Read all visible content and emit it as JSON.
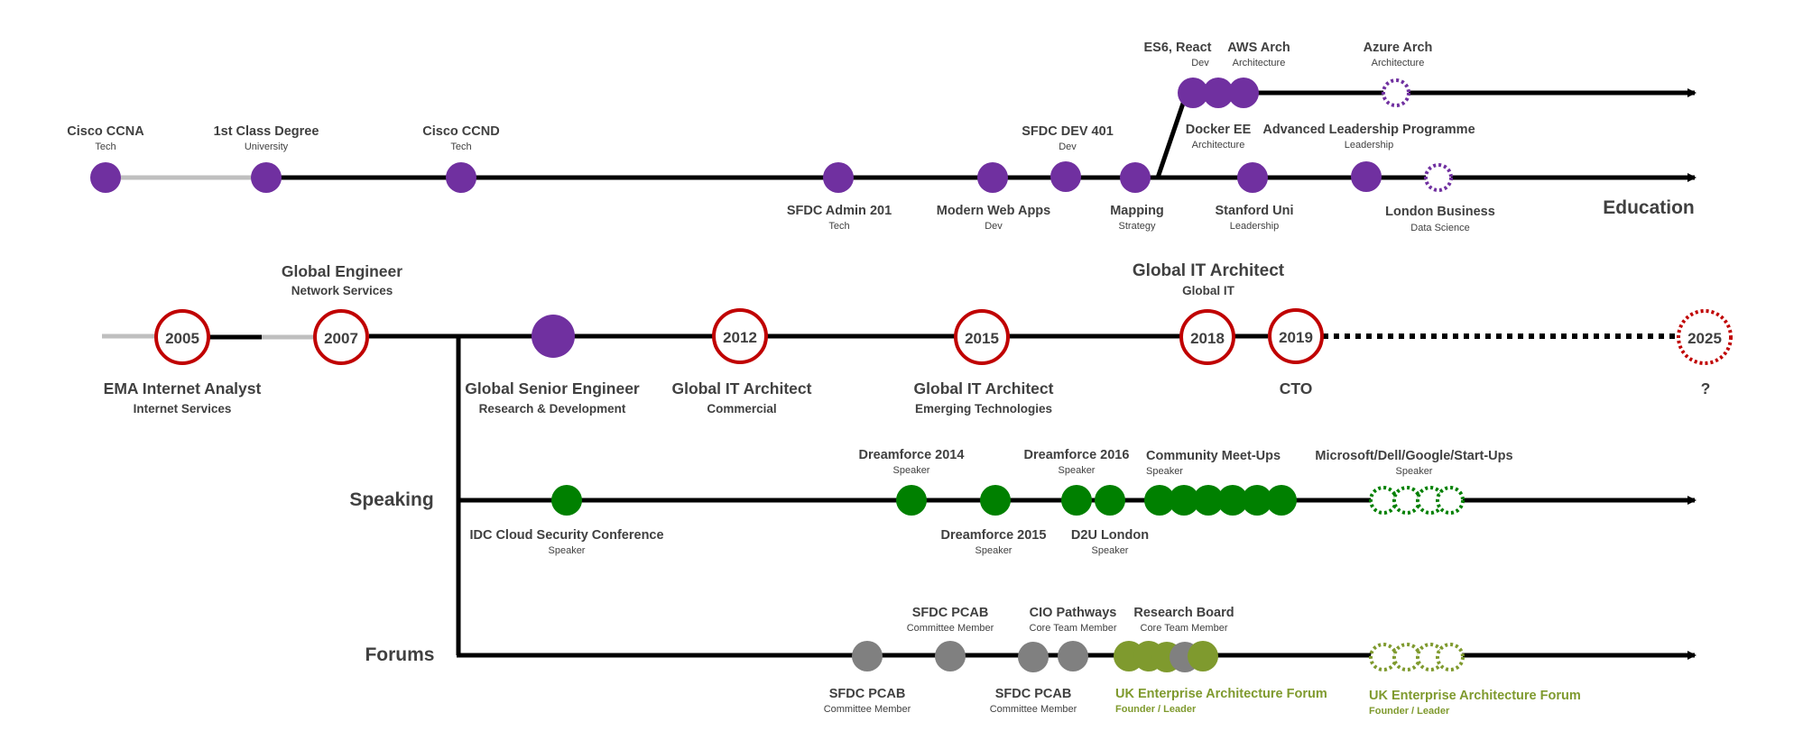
{
  "colors": {
    "line": "#000000",
    "grey_line": "#bfbfbf",
    "purple": "#7030a0",
    "red": "#c00000",
    "green": "#008000",
    "grey": "#808080",
    "olive": "#7f9a2e",
    "text": "#404040"
  },
  "row_labels": {
    "education": "Education",
    "speaking": "Speaking",
    "forums": "Forums"
  },
  "education": {
    "milestones": [
      {
        "title": "Cisco CCNA",
        "sub": "Tech"
      },
      {
        "title": "1st Class Degree",
        "sub": "University"
      },
      {
        "title": "Cisco CCND",
        "sub": "Tech"
      },
      {
        "title": "SFDC Admin 201",
        "sub": "Tech"
      },
      {
        "title": "Modern Web Apps",
        "sub": "Dev"
      },
      {
        "title": "SFDC DEV 401",
        "sub": "Dev"
      },
      {
        "title": "Mapping",
        "sub": "Strategy"
      },
      {
        "title": "Stanford Uni",
        "sub": "Leadership"
      },
      {
        "title": "Advanced Leadership Programme",
        "sub": "Leadership"
      },
      {
        "title": "London Business",
        "sub": "Data Science"
      }
    ],
    "upper_milestones": [
      {
        "title": "ES6, React",
        "sub": "Dev"
      },
      {
        "title": "AWS Arch",
        "sub": "Architecture"
      },
      {
        "title": "Docker EE",
        "sub": "Architecture"
      },
      {
        "title": "Azure Arch",
        "sub": "Architecture"
      }
    ]
  },
  "career": {
    "years": [
      "2005",
      "2007",
      "2012",
      "2015",
      "2018",
      "2019",
      "2025"
    ],
    "roles": [
      {
        "title": "EMA Internet Analyst",
        "sub": "Internet Services"
      },
      {
        "title": "Global Engineer",
        "sub": "Network Services"
      },
      {
        "title": "Global Senior Engineer",
        "sub": "Research & Development"
      },
      {
        "title": "Global IT Architect",
        "sub": "Commercial"
      },
      {
        "title": "Global IT Architect",
        "sub": "Emerging Technologies"
      },
      {
        "title": "Global IT Architect",
        "sub": "Global IT"
      },
      {
        "title": "CTO",
        "sub": ""
      },
      {
        "title": "?",
        "sub": ""
      }
    ]
  },
  "speaking": {
    "events": [
      {
        "title": "IDC Cloud Security Conference",
        "sub": "Speaker"
      },
      {
        "title": "Dreamforce 2014",
        "sub": "Speaker"
      },
      {
        "title": "Dreamforce 2015",
        "sub": "Speaker"
      },
      {
        "title": "Dreamforce 2016",
        "sub": "Speaker"
      },
      {
        "title": "D2U London",
        "sub": "Speaker"
      },
      {
        "title": "Community Meet-Ups",
        "sub": "Speaker"
      },
      {
        "title": "Microsoft/Dell/Google/Start-Ups",
        "sub": "Speaker"
      }
    ]
  },
  "forums": {
    "events": [
      {
        "title": "SFDC PCAB",
        "sub": "Committee Member"
      },
      {
        "title": "SFDC PCAB",
        "sub": "Committee Member"
      },
      {
        "title": "SFDC PCAB",
        "sub": "Committee Member"
      },
      {
        "title": "CIO Pathways",
        "sub": "Core Team Member"
      },
      {
        "title": "Research Board",
        "sub": "Core Team Member"
      },
      {
        "title": "UK Enterprise Architecture Forum",
        "sub": "Founder / Leader"
      },
      {
        "title": "UK Enterprise Architecture Forum",
        "sub": "Founder / Leader"
      }
    ]
  }
}
